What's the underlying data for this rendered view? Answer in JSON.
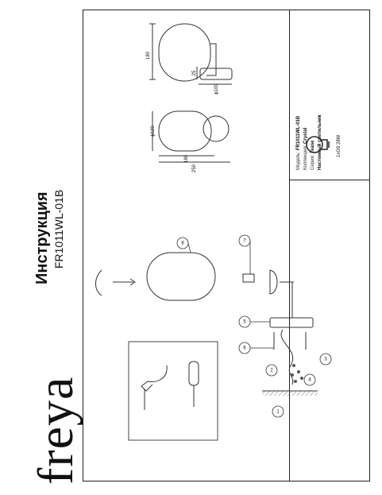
{
  "header": {
    "brand": "freya",
    "title": "Инструкция",
    "model_code": "FR1011WL-01B"
  },
  "spec": {
    "rows": [
      {
        "label": "Модель:",
        "value": "FR1011WL-01B"
      },
      {
        "label": "Коллекция:",
        "value": "Crystal"
      },
      {
        "label": "Серия:",
        "value": "Tease"
      },
      {
        "label": "",
        "value": "Настенный светильник"
      }
    ],
    "lamp": "1xG9 28W"
  },
  "dimensions": {
    "front": {
      "width": "250",
      "arm": "180",
      "glass_diameter": "ϕ120"
    },
    "side": {
      "height": "180",
      "base_diameter": "ϕ100",
      "depth": "25"
    }
  },
  "callouts": [
    "1",
    "2",
    "3",
    "4",
    "5",
    "6",
    "7",
    "8"
  ]
}
